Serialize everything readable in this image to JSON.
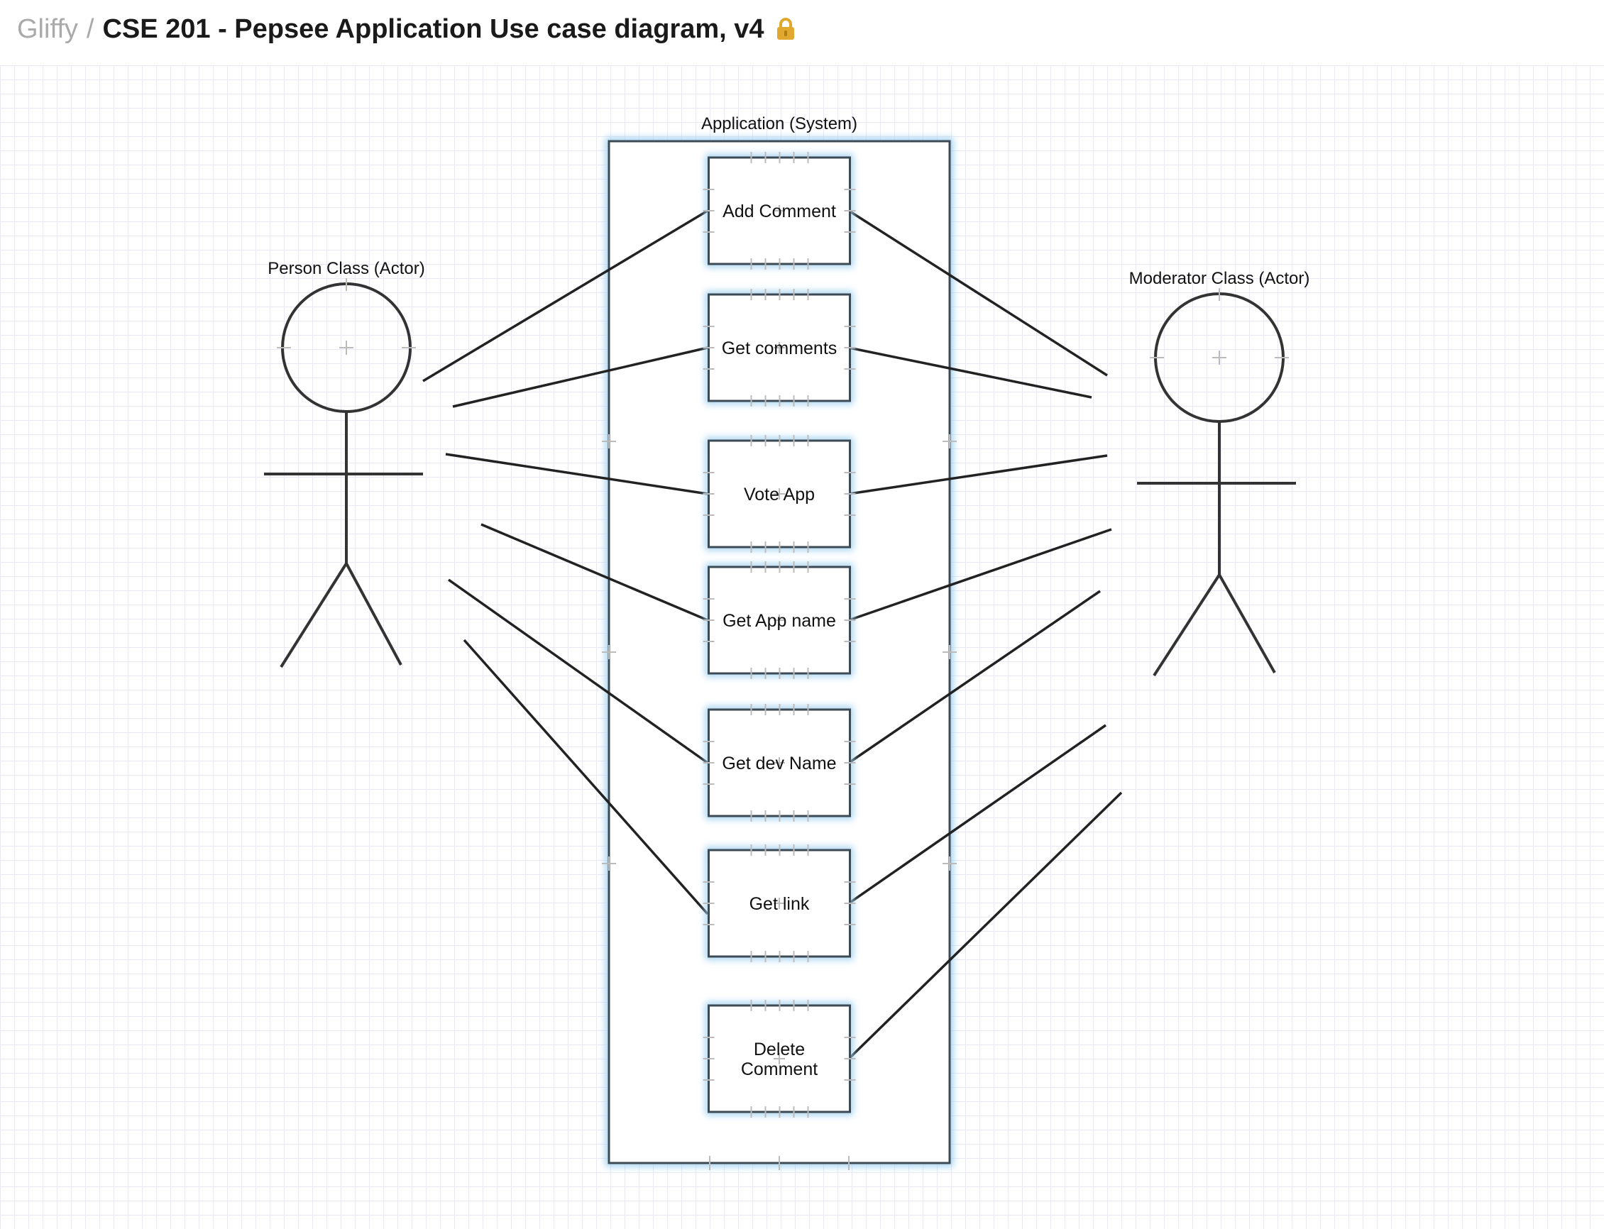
{
  "header": {
    "app_name": "Gliffy",
    "separator": "/",
    "document_title": "CSE 201 - Pepsee Application Use case diagram, v4",
    "lock_icon": "lock-icon",
    "lock_color": "#e0a82e"
  },
  "diagram": {
    "system_label": "Application (System)",
    "actor_left_label": "Person Class (Actor)",
    "actor_right_label": "Moderator Class (Actor)",
    "use_cases": [
      {
        "id": "add-comment",
        "lines": [
          "Add Comment"
        ]
      },
      {
        "id": "get-comments",
        "lines": [
          "Get comments"
        ]
      },
      {
        "id": "vote-app",
        "lines": [
          "Vote App"
        ]
      },
      {
        "id": "get-app-name",
        "lines": [
          "Get App name"
        ]
      },
      {
        "id": "get-dev-name",
        "lines": [
          "Get dev Name"
        ]
      },
      {
        "id": "get-link",
        "lines": [
          "Get link"
        ]
      },
      {
        "id": "delete-comment",
        "lines": [
          "Delete",
          "Comment"
        ]
      }
    ],
    "colors": {
      "stroke": "#333333",
      "box_stroke": "#3c4a55",
      "glow": "#9fd0f0",
      "grid": "#e9e9f3"
    }
  }
}
